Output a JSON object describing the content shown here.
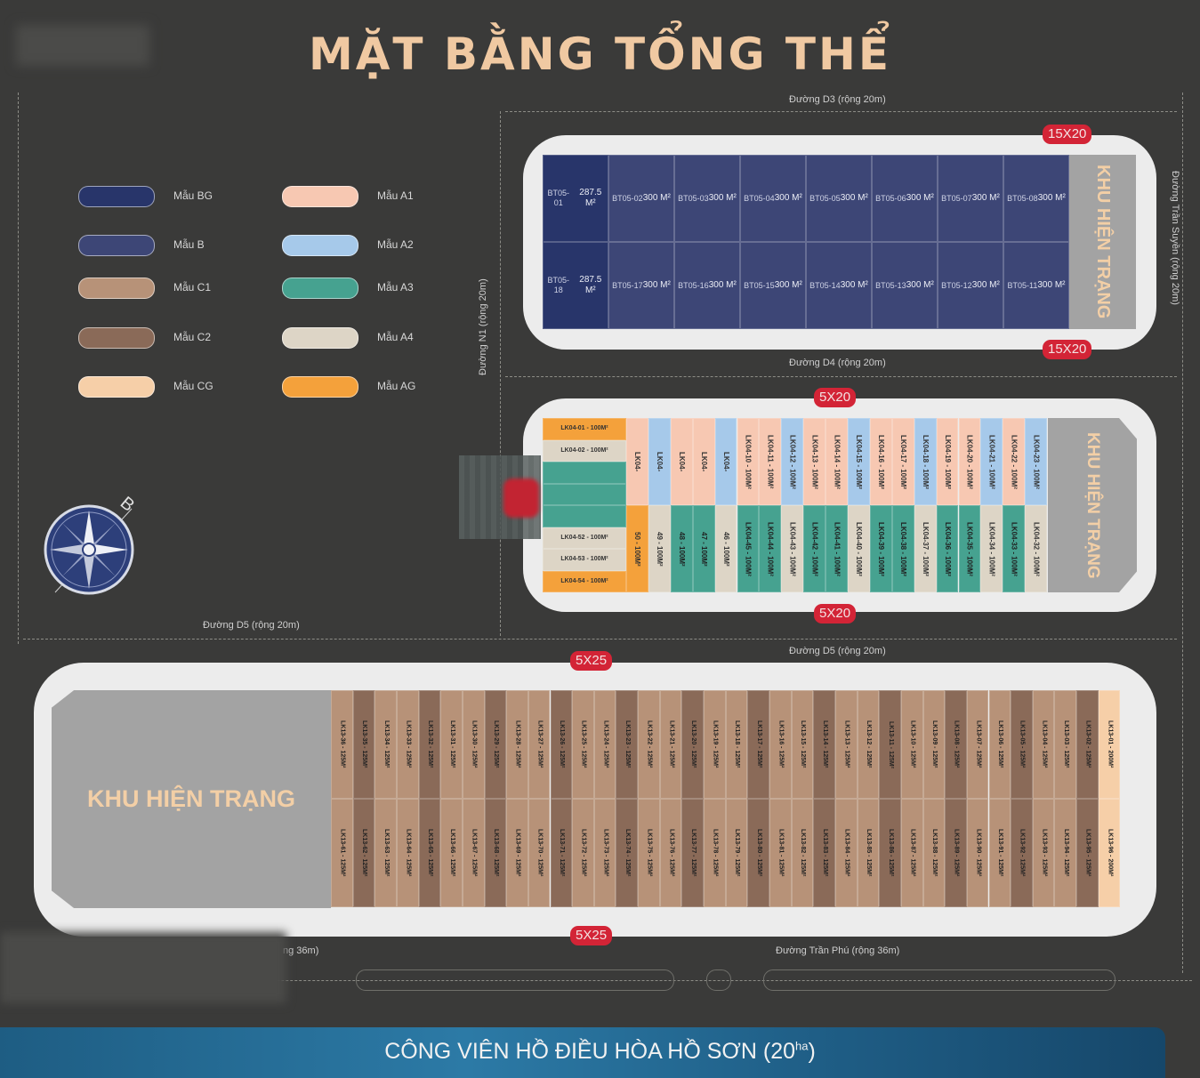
{
  "title": "MẶT BẰNG TỔNG THỂ",
  "roads": {
    "d3": "Đường D3 (rộng 20m)",
    "d4": "Đường D4 (rộng 20m)",
    "d5_left": "Đường D5 (rộng 20m)",
    "d5_right": "Đường D5 (rộng 20m)",
    "n1": "Đường N1 (rộng 20m)",
    "tran_suyen": "Đường Trần Suyền (rộng 20m)",
    "tran_phu": "Đường Trần Phú (rộng 36m)",
    "left_bottom": "ng 36m)"
  },
  "legend": [
    {
      "label": "Mẫu BG",
      "color": "#28356a"
    },
    {
      "label": "Mẫu B",
      "color": "#3d4676"
    },
    {
      "label": "Mẫu C1",
      "color": "#b79278"
    },
    {
      "label": "Mẫu C2",
      "color": "#8a6a58"
    },
    {
      "label": "Mẫu CG",
      "color": "#f6cfa8"
    },
    {
      "label": "Mẫu A1",
      "color": "#f7c8b2"
    },
    {
      "label": "Mẫu A2",
      "color": "#a6c9ea"
    },
    {
      "label": "Mẫu A3",
      "color": "#46a290"
    },
    {
      "label": "Mẫu A4",
      "color": "#ddd5c6"
    },
    {
      "label": "Mẫu AG",
      "color": "#f4a13b"
    }
  ],
  "compass_letter": "B",
  "badges": {
    "bt_top": "15X20",
    "bt_bottom": "15X20",
    "lk04_top": "5X20",
    "lk04_bottom": "5X20",
    "lk13_top": "5X25",
    "lk13_bottom": "5X25"
  },
  "khu_hien_trang": "KHU HIỆN TRẠNG",
  "bt05": {
    "top": [
      {
        "code": "BT05-01",
        "area": "287.5 M²",
        "type": "BG"
      },
      {
        "code": "BT05-02",
        "area": "300 M²",
        "type": "B"
      },
      {
        "code": "BT05-03",
        "area": "300 M²",
        "type": "B"
      },
      {
        "code": "BT05-04",
        "area": "300 M²",
        "type": "B"
      },
      {
        "code": "BT05-05",
        "area": "300 M²",
        "type": "B"
      },
      {
        "code": "BT05-06",
        "area": "300 M²",
        "type": "B"
      },
      {
        "code": "BT05-07",
        "area": "300 M²",
        "type": "B"
      },
      {
        "code": "BT05-08",
        "area": "300 M²",
        "type": "B"
      }
    ],
    "bottom": [
      {
        "code": "BT05-18",
        "area": "287.5 M²",
        "type": "BG"
      },
      {
        "code": "BT05-17",
        "area": "300 M²",
        "type": "B"
      },
      {
        "code": "BT05-16",
        "area": "300 M²",
        "type": "B"
      },
      {
        "code": "BT05-15",
        "area": "300 M²",
        "type": "B"
      },
      {
        "code": "BT05-14",
        "area": "300 M²",
        "type": "B"
      },
      {
        "code": "BT05-13",
        "area": "300 M²",
        "type": "B"
      },
      {
        "code": "BT05-12",
        "area": "300 M²",
        "type": "B"
      },
      {
        "code": "BT05-11",
        "area": "300 M²",
        "type": "B"
      }
    ]
  },
  "lk04": {
    "left_col": [
      {
        "label": "LK04-01 - 100M²",
        "type": "AG"
      },
      {
        "label": "LK04-02 - 100M²",
        "type": "A4"
      },
      {
        "label": "",
        "type": "A3"
      },
      {
        "label": "",
        "type": "A3"
      },
      {
        "label": "",
        "type": "A3"
      },
      {
        "label": "LK04-52 - 100M²",
        "type": "A4"
      },
      {
        "label": "LK04-53 - 100M²",
        "type": "A4"
      },
      {
        "label": "LK04-54 - 100M²",
        "type": "AG"
      }
    ],
    "top": [
      {
        "label": "LK04-",
        "type": "A1"
      },
      {
        "label": "LK04-",
        "type": "A2"
      },
      {
        "label": "LK04-",
        "type": "A1"
      },
      {
        "label": "LK04-",
        "type": "A1"
      },
      {
        "label": "LK04-",
        "type": "A2"
      },
      {
        "label": "LK04-10 - 100M²",
        "type": "A1"
      },
      {
        "label": "LK04-11 - 100M²",
        "type": "A1"
      },
      {
        "label": "LK04-12 - 100M²",
        "type": "A2"
      },
      {
        "label": "LK04-13 - 100M²",
        "type": "A1"
      },
      {
        "label": "LK04-14 - 100M²",
        "type": "A1"
      },
      {
        "label": "LK04-15 - 100M²",
        "type": "A2"
      },
      {
        "label": "LK04-16 - 100M²",
        "type": "A1"
      },
      {
        "label": "LK04-17 - 100M²",
        "type": "A1"
      },
      {
        "label": "LK04-18 - 100M²",
        "type": "A2"
      },
      {
        "label": "LK04-19 - 100M²",
        "type": "A1"
      },
      {
        "label": "LK04-20 - 100M²",
        "type": "A1"
      },
      {
        "label": "LK04-21 - 100M²",
        "type": "A2"
      },
      {
        "label": "LK04-22 - 100M²",
        "type": "A1"
      },
      {
        "label": "LK04-23 - 100M²",
        "type": "A2"
      }
    ],
    "bottom": [
      {
        "label": "50 - 100M²",
        "type": "AG"
      },
      {
        "label": "49 - 100M²",
        "type": "A4"
      },
      {
        "label": "48 - 100M²",
        "type": "A3"
      },
      {
        "label": "47 - 100M²",
        "type": "A3"
      },
      {
        "label": "46 - 100M²",
        "type": "A4"
      },
      {
        "label": "LK04-45 - 100M²",
        "type": "A3"
      },
      {
        "label": "LK04-44 - 100M²",
        "type": "A3"
      },
      {
        "label": "LK04-43 - 100M²",
        "type": "A4"
      },
      {
        "label": "LK04-42 - 100M²",
        "type": "A3"
      },
      {
        "label": "LK04-41 - 100M²",
        "type": "A3"
      },
      {
        "label": "LK04-40 - 100M²",
        "type": "A4"
      },
      {
        "label": "LK04-39 - 100M²",
        "type": "A3"
      },
      {
        "label": "LK04-38 - 100M²",
        "type": "A3"
      },
      {
        "label": "LK04-37 - 100M²",
        "type": "A4"
      },
      {
        "label": "LK04-36 - 100M²",
        "type": "A3"
      },
      {
        "label": "LK04-35 - 100M²",
        "type": "A3"
      },
      {
        "label": "LK04-34 - 100M²",
        "type": "A4"
      },
      {
        "label": "LK04-33 - 100M²",
        "type": "A3"
      },
      {
        "label": "LK04-32 - 100M²",
        "type": "A4"
      }
    ]
  },
  "lk13": {
    "top": [
      {
        "label": "LK13-36 - 125M²",
        "type": "C1"
      },
      {
        "label": "LK13-35 - 125M²",
        "type": "C2"
      },
      {
        "label": "LK13-34 - 125M²",
        "type": "C1"
      },
      {
        "label": "LK13-33 - 125M²",
        "type": "C1"
      },
      {
        "label": "LK13-32 - 125M²",
        "type": "C2"
      },
      {
        "label": "LK13-31 - 125M²",
        "type": "C1"
      },
      {
        "label": "LK13-30 - 125M²",
        "type": "C1"
      },
      {
        "label": "LK13-29 - 125M²",
        "type": "C2"
      },
      {
        "label": "LK13-28 - 125M²",
        "type": "C1"
      },
      {
        "label": "LK13-27 - 125M²",
        "type": "C1"
      },
      {
        "label": "LK13-26 - 125M²",
        "type": "C2"
      },
      {
        "label": "LK13-25 - 125M²",
        "type": "C1"
      },
      {
        "label": "LK13-24 - 125M²",
        "type": "C1"
      },
      {
        "label": "LK13-23 - 125M²",
        "type": "C2"
      },
      {
        "label": "LK13-22 - 125M²",
        "type": "C1"
      },
      {
        "label": "LK13-21 - 125M²",
        "type": "C1"
      },
      {
        "label": "LK13-20 - 125M²",
        "type": "C2"
      },
      {
        "label": "LK13-19 - 125M²",
        "type": "C1"
      },
      {
        "label": "LK13-18 - 125M²",
        "type": "C1"
      },
      {
        "label": "LK13-17 - 125M²",
        "type": "C2"
      },
      {
        "label": "LK13-16 - 125M²",
        "type": "C1"
      },
      {
        "label": "LK13-15 - 125M²",
        "type": "C1"
      },
      {
        "label": "LK13-14 - 125M²",
        "type": "C2"
      },
      {
        "label": "LK13-13 - 125M²",
        "type": "C1"
      },
      {
        "label": "LK13-12 - 125M²",
        "type": "C1"
      },
      {
        "label": "LK13-11 - 125M²",
        "type": "C2"
      },
      {
        "label": "LK13-10 - 125M²",
        "type": "C1"
      },
      {
        "label": "LK13-09 - 125M²",
        "type": "C1"
      },
      {
        "label": "LK13-08 - 125M²",
        "type": "C2"
      },
      {
        "label": "LK13-07 - 125M²",
        "type": "C1"
      },
      {
        "label": "LK13-06 - 125M²",
        "type": "C1"
      },
      {
        "label": "LK13-05 - 125M²",
        "type": "C2"
      },
      {
        "label": "LK13-04 - 125M²",
        "type": "C1"
      },
      {
        "label": "LK13-03 - 125M²",
        "type": "C1"
      },
      {
        "label": "LK13-02 - 125M²",
        "type": "C2"
      },
      {
        "label": "LK13-01 - 200M²",
        "type": "CG"
      }
    ],
    "bottom": [
      {
        "label": "LK13-61 - 125M²",
        "type": "C1"
      },
      {
        "label": "LK13-62 - 125M²",
        "type": "C2"
      },
      {
        "label": "LK13-63 - 125M²",
        "type": "C1"
      },
      {
        "label": "LK13-64 - 125M²",
        "type": "C1"
      },
      {
        "label": "LK13-65 - 125M²",
        "type": "C2"
      },
      {
        "label": "LK13-66 - 125M²",
        "type": "C1"
      },
      {
        "label": "LK13-67 - 125M²",
        "type": "C1"
      },
      {
        "label": "LK13-68 - 125M²",
        "type": "C2"
      },
      {
        "label": "LK13-69 - 125M²",
        "type": "C1"
      },
      {
        "label": "LK13-70 - 125M²",
        "type": "C1"
      },
      {
        "label": "LK13-71 - 125M²",
        "type": "C2"
      },
      {
        "label": "LK13-72 - 125M²",
        "type": "C1"
      },
      {
        "label": "LK13-73 - 125M²",
        "type": "C1"
      },
      {
        "label": "LK13-74 - 125M²",
        "type": "C2"
      },
      {
        "label": "LK13-75 - 125M²",
        "type": "C1"
      },
      {
        "label": "LK13-76 - 125M²",
        "type": "C1"
      },
      {
        "label": "LK13-77 - 125M²",
        "type": "C2"
      },
      {
        "label": "LK13-78 - 125M²",
        "type": "C1"
      },
      {
        "label": "LK13-79 - 125M²",
        "type": "C1"
      },
      {
        "label": "LK13-80 - 125M²",
        "type": "C2"
      },
      {
        "label": "LK13-81 - 125M²",
        "type": "C1"
      },
      {
        "label": "LK13-82 - 125M²",
        "type": "C1"
      },
      {
        "label": "LK13-83 - 125M²",
        "type": "C2"
      },
      {
        "label": "LK13-84 - 125M²",
        "type": "C1"
      },
      {
        "label": "LK13-85 - 125M²",
        "type": "C1"
      },
      {
        "label": "LK13-86 - 125M²",
        "type": "C2"
      },
      {
        "label": "LK13-87 - 125M²",
        "type": "C1"
      },
      {
        "label": "LK13-88 - 125M²",
        "type": "C1"
      },
      {
        "label": "LK13-89 - 125M²",
        "type": "C2"
      },
      {
        "label": "LK13-90 - 125M²",
        "type": "C1"
      },
      {
        "label": "LK13-91 - 125M²",
        "type": "C1"
      },
      {
        "label": "LK13-92 - 125M²",
        "type": "C2"
      },
      {
        "label": "LK13-93 - 125M²",
        "type": "C1"
      },
      {
        "label": "LK13-94 - 125M²",
        "type": "C1"
      },
      {
        "label": "LK13-95 - 125M²",
        "type": "C2"
      },
      {
        "label": "LK13-96 - 200M²",
        "type": "CG"
      }
    ]
  },
  "footer": {
    "main": "CÔNG VIÊN HỒ ĐIỀU HÒA HỒ SƠN (20",
    "sup": "ha",
    "close": ")"
  }
}
